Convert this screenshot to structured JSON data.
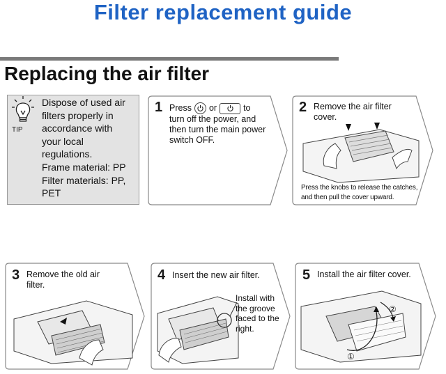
{
  "header": {
    "title": "Filter replacement guide",
    "section_title": "Replacing the air filter"
  },
  "tip": {
    "label": "TIP",
    "lines": [
      "Dispose of used air",
      "filters properly in",
      "accordance with",
      "your local",
      "regulations.",
      "Frame material: PP",
      "Filter materials: PP,",
      "PET"
    ]
  },
  "steps": [
    {
      "number": "1",
      "text_a": "Press",
      "text_b": "or",
      "text_c": "to",
      "lines": [
        "turn off the power, and",
        "then turn the main power",
        "switch OFF."
      ]
    },
    {
      "number": "2",
      "lines": [
        "Remove the air filter",
        "cover."
      ],
      "caption": [
        "Press the knobs to release the catches,",
        "and then pull the cover upward."
      ]
    },
    {
      "number": "3",
      "lines": [
        "Remove the old air",
        "filter."
      ]
    },
    {
      "number": "4",
      "lines": [
        "Insert the new air filter."
      ],
      "callout": [
        "Install with",
        "the groove",
        "faced to the",
        "right."
      ]
    },
    {
      "number": "5",
      "lines": [
        "Install the air filter cover."
      ],
      "markers": [
        "①",
        "②"
      ]
    }
  ]
}
